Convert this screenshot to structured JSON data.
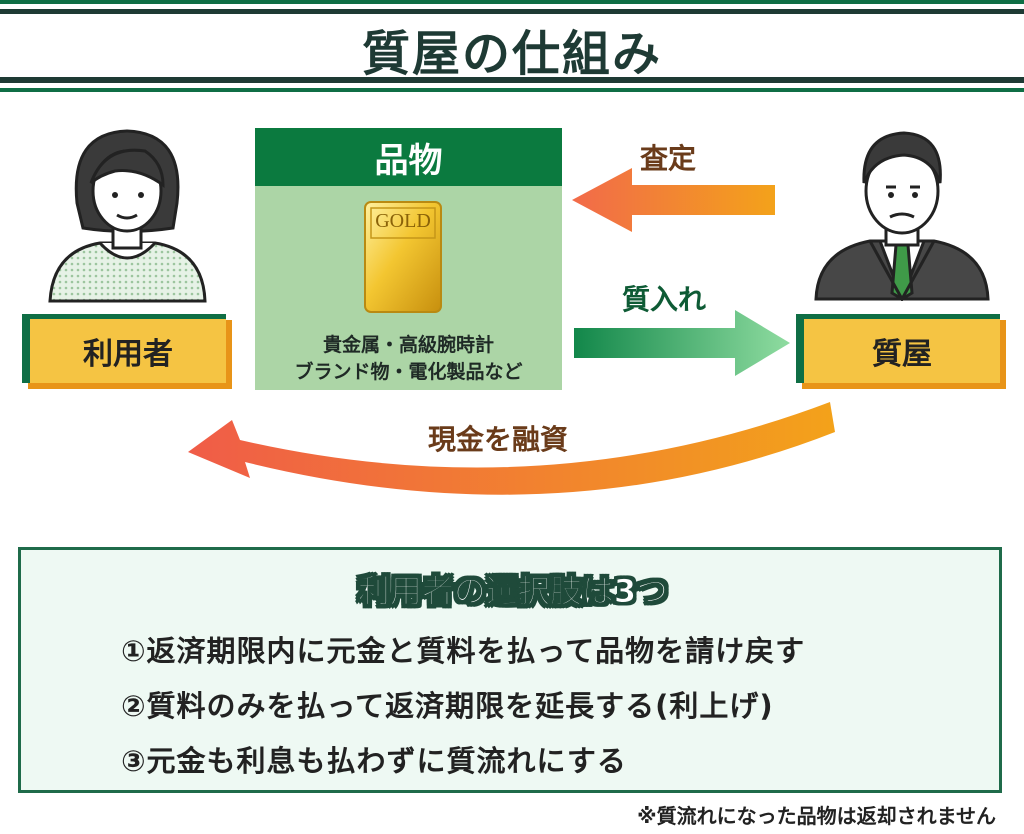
{
  "title": "質屋の仕組み",
  "user_label": "利用者",
  "pawnshop_label": "質屋",
  "item": {
    "heading": "品物",
    "gold_text": "GOLD",
    "desc_line1": "貴金属・高級腕時計",
    "desc_line2": "ブランド物・電化製品など"
  },
  "flows": {
    "appraisal": "査定",
    "pawn": "質入れ",
    "loan": "現金を融資"
  },
  "options": {
    "title": "利用者の選択肢は3つ",
    "items": [
      "①返済期限内に元金と質料を払って品物を請け戻す",
      "②質料のみを払って返済期限を延長する(利上げ)",
      "③元金も利息も払わずに質流れにする"
    ]
  },
  "footnote": "※質流れになった品物は返却されません",
  "colors": {
    "dark_green": "#1e3a34",
    "brand_green": "#0b7a3f",
    "label_yellow": "#f5c443",
    "label_shadow": "#e89418",
    "item_bg": "#acd5a6",
    "arrow_orange_start": "#f26a4a",
    "arrow_orange_end": "#f3a21a",
    "arrow_green_start": "#12874a",
    "arrow_green_end": "#8fdca0"
  },
  "icons": [
    "woman-user-icon",
    "man-pawnbroker-icon",
    "gold-bar-icon"
  ]
}
